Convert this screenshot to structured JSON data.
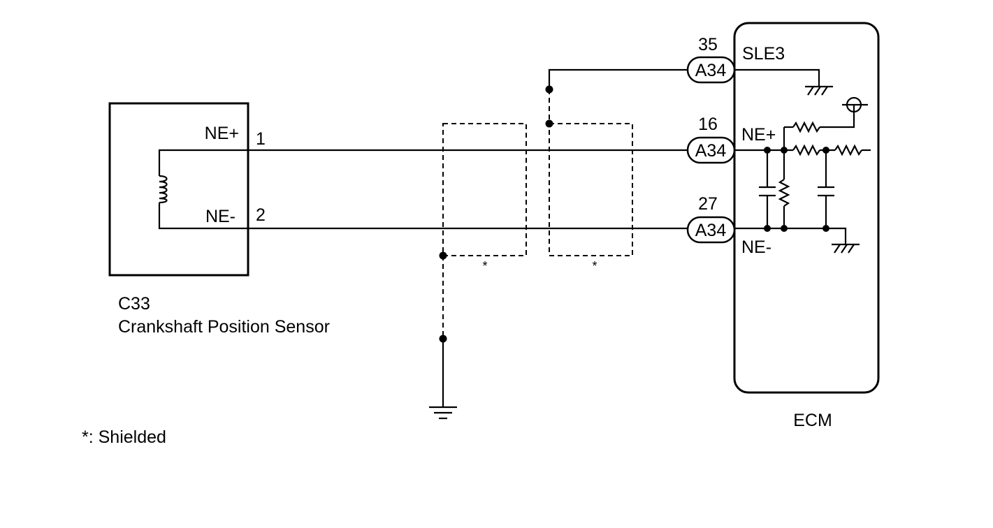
{
  "sensor": {
    "id": "C33",
    "name": "Crankshaft Position Sensor",
    "pins": [
      {
        "signal": "NE+",
        "number": "1"
      },
      {
        "signal": "NE-",
        "number": "2"
      }
    ]
  },
  "ecm": {
    "name": "ECM",
    "terminals": [
      {
        "pin": "35",
        "connector": "A34",
        "signal": "SLE3"
      },
      {
        "pin": "16",
        "connector": "A34",
        "signal": "NE+"
      },
      {
        "pin": "27",
        "connector": "A34",
        "signal": "NE-"
      }
    ]
  },
  "shield": {
    "marker": "*",
    "legend": "*: Shielded"
  }
}
